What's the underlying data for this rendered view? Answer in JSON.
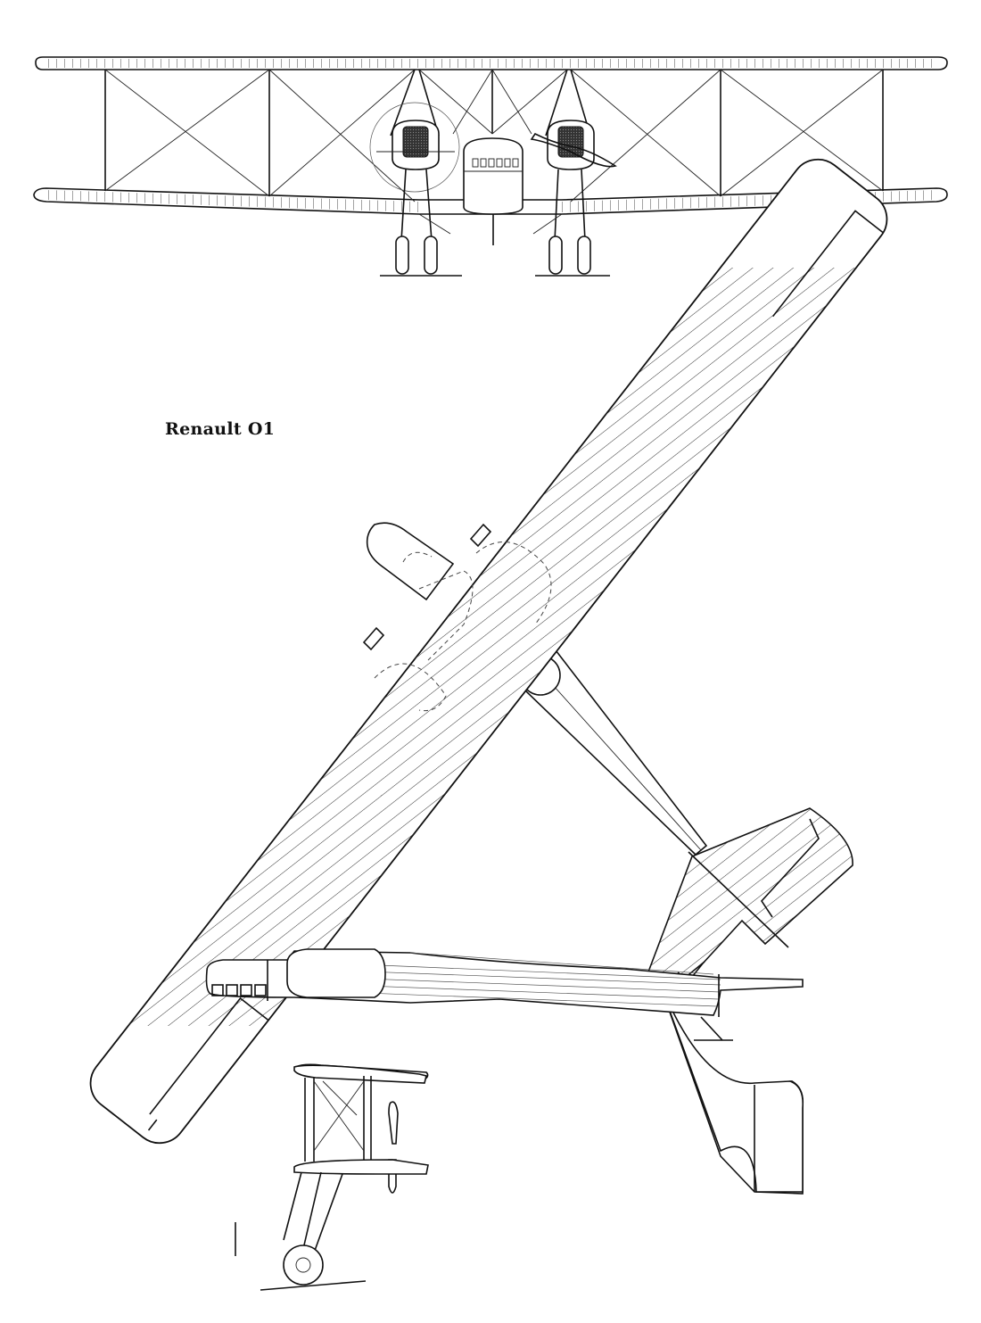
{
  "drawing": {
    "title": "Renault O1",
    "views": [
      "front-view",
      "plan-view",
      "side-view"
    ]
  }
}
